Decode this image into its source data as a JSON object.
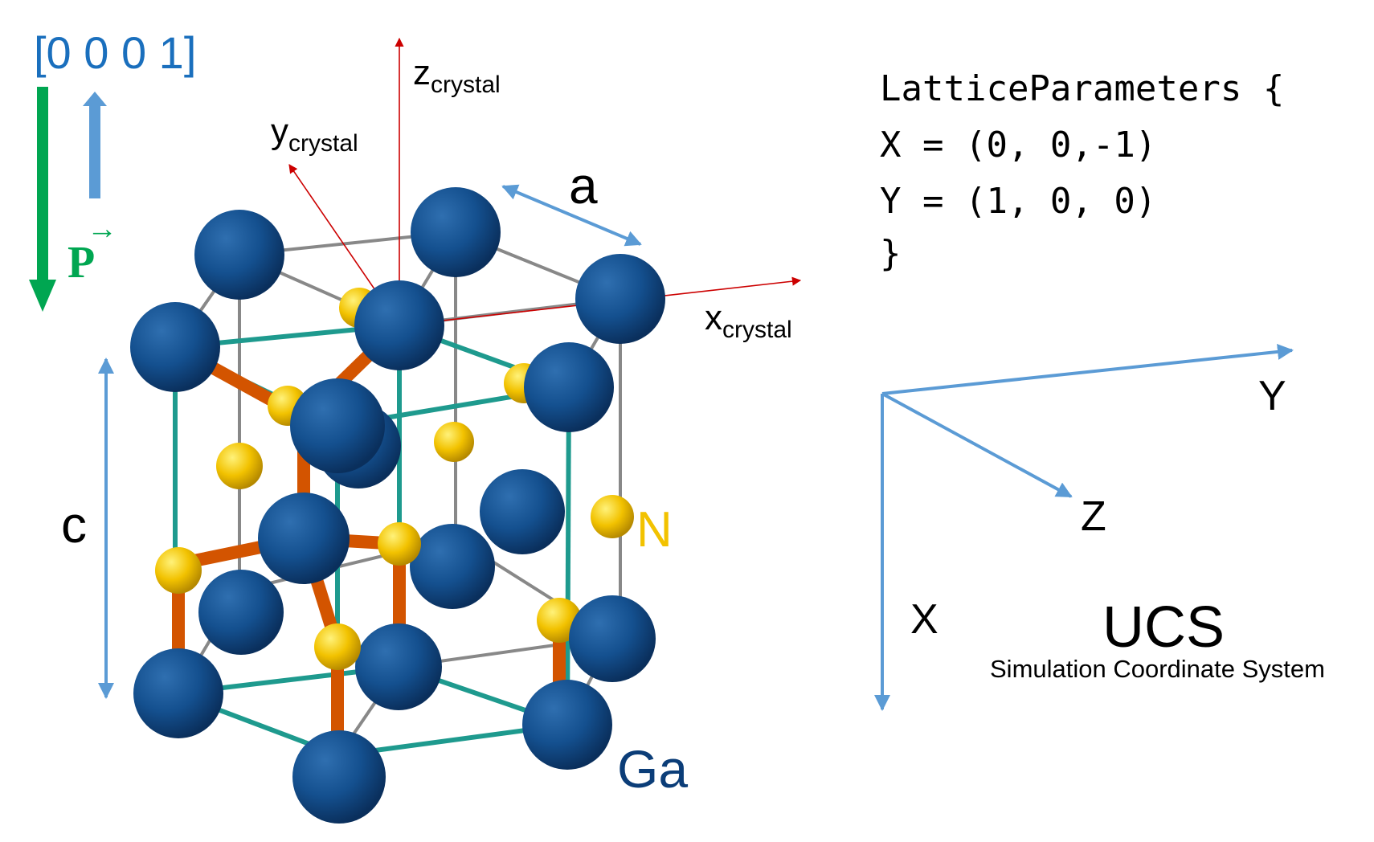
{
  "direction": {
    "text": "[0 0 0 1]",
    "color": "#1a6fbd"
  },
  "polarization": {
    "arrow": "→",
    "text": "P",
    "color": "#00a651"
  },
  "crystal_axes": {
    "z": "z",
    "y": "y",
    "x": "x",
    "subscript": "crystal",
    "color": "#cc0000"
  },
  "lattice_labels": {
    "a": "a",
    "c": "c"
  },
  "atoms": {
    "n_label": "N",
    "ga_label": "Ga",
    "n_color": "#f2c200",
    "ga_color": "#0b3d78"
  },
  "code": {
    "line1": "LatticeParameters {",
    "line2": "X = (0, 0,-1)",
    "line3": "Y = (1, 0, 0)",
    "line4": "}"
  },
  "ucs": {
    "x": "X",
    "y": "Y",
    "z": "Z",
    "title": "UCS",
    "subtitle": "Simulation Coordinate System",
    "color": "#5b9bd5"
  }
}
